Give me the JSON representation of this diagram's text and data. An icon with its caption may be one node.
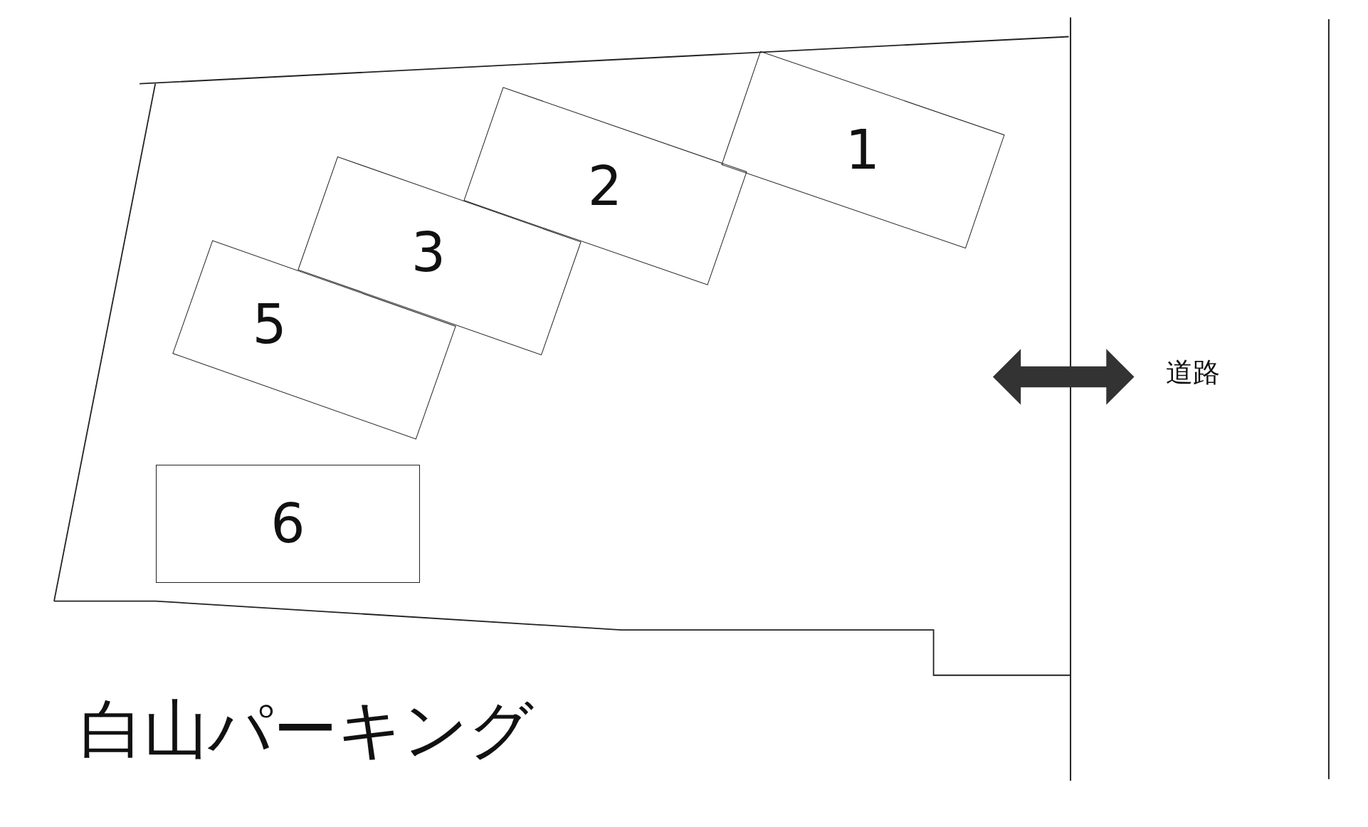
{
  "diagram": {
    "title": "白山パーキング",
    "nodes": [
      {
        "text": [
          "1"
        ]
      },
      {
        "text": [
          "2"
        ]
      },
      {
        "text": [
          "3"
        ]
      },
      {
        "text": [
          "5"
        ]
      },
      {
        "text": [
          "6"
        ]
      }
    ],
    "labels": [
      "道路"
    ]
  }
}
